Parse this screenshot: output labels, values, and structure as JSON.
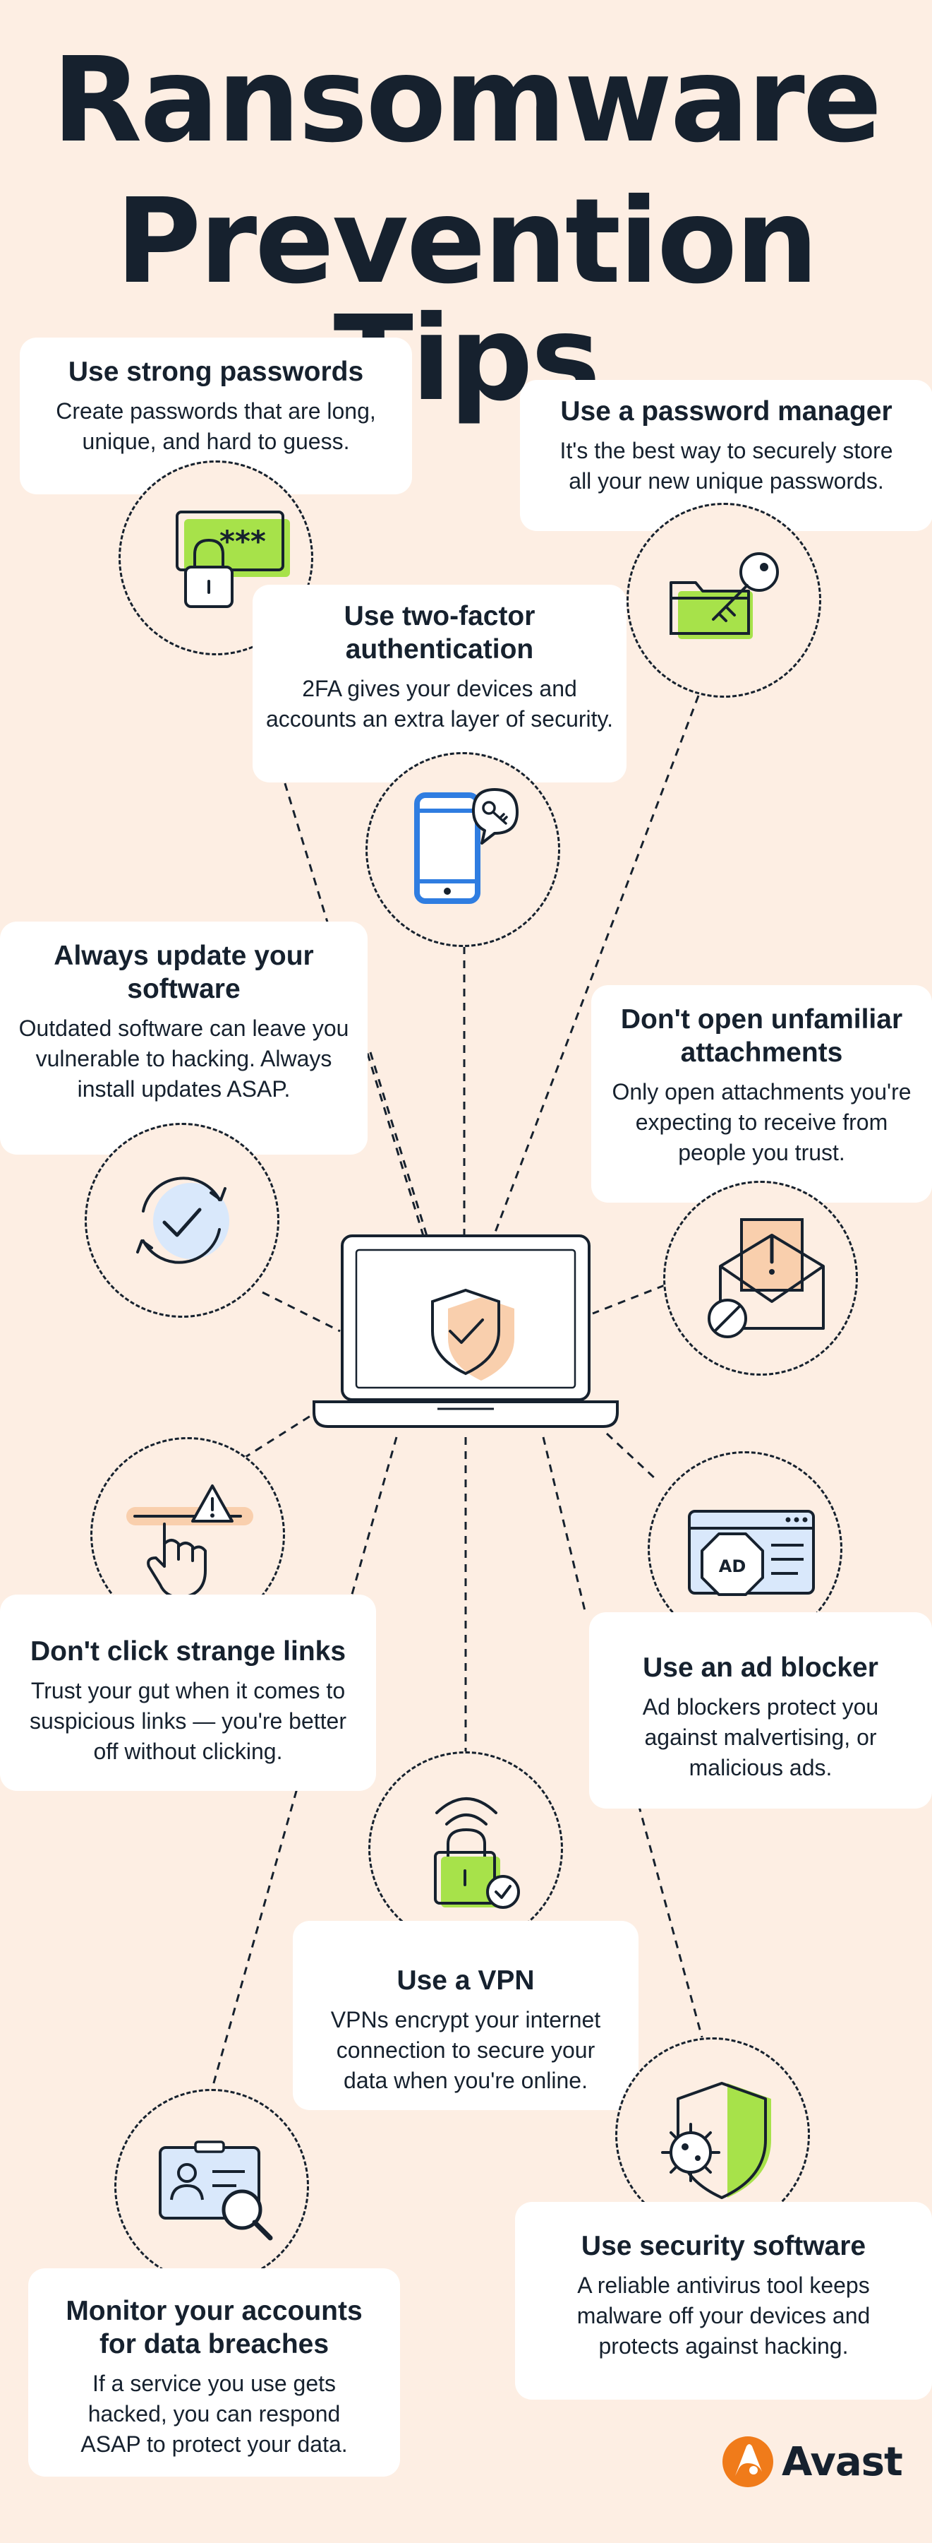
{
  "title": {
    "line1": "Ransomware",
    "line2": "Prevention Tips"
  },
  "tips": [
    {
      "id": "strong-passwords",
      "heading": "Use strong passwords",
      "text": "Create passwords that are long, unique, and hard to guess.",
      "icon": "password-lock-icon"
    },
    {
      "id": "password-manager",
      "heading": "Use a password manager",
      "text": "It's the best way to securely store all your new unique passwords.",
      "icon": "folder-key-icon"
    },
    {
      "id": "two-factor",
      "heading": "Use two-factor authentication",
      "text": "2FA gives your devices and accounts an extra layer of security.",
      "icon": "phone-key-icon"
    },
    {
      "id": "update-software",
      "heading": "Always update your software",
      "text": "Outdated software can leave you vulnerable to hacking. Always install updates ASAP.",
      "icon": "update-check-icon"
    },
    {
      "id": "attachments",
      "heading": "Don't open unfamiliar attachments",
      "text": "Only open attachments you're expecting to receive from people you trust.",
      "icon": "envelope-warning-icon"
    },
    {
      "id": "strange-links",
      "heading": "Don't click strange links",
      "text": "Trust your gut when it comes to suspicious links — you're better off without clicking.",
      "icon": "hand-warning-icon"
    },
    {
      "id": "ad-blocker",
      "heading": "Use an ad blocker",
      "text": "Ad blockers protect you against malvertising, or malicious ads.",
      "icon": "ad-block-icon"
    },
    {
      "id": "vpn",
      "heading": "Use a VPN",
      "text": "VPNs encrypt your internet connection to secure your data when you're online.",
      "icon": "vpn-lock-icon"
    },
    {
      "id": "monitor-accounts",
      "heading": "Monitor your accounts for data breaches",
      "text": "If a service you use gets hacked, you can respond ASAP to protect your data.",
      "icon": "id-card-search-icon"
    },
    {
      "id": "security-software",
      "heading": "Use security software",
      "text": "A reliable antivirus tool keeps malware off your devices and protects against hacking.",
      "icon": "virus-shield-icon"
    }
  ],
  "icons": {
    "password_label": "***",
    "ad_label": "AD"
  },
  "brand": {
    "name": "Avast",
    "logo_icon": "avast-logo-icon"
  },
  "colors": {
    "background": "#fdeee3",
    "ink": "#16212e",
    "green": "#a7e24a",
    "peach": "#f9cfad",
    "blue": "#2f7de1",
    "orange": "#f07b1a",
    "light_blue": "#d9e8fb"
  }
}
